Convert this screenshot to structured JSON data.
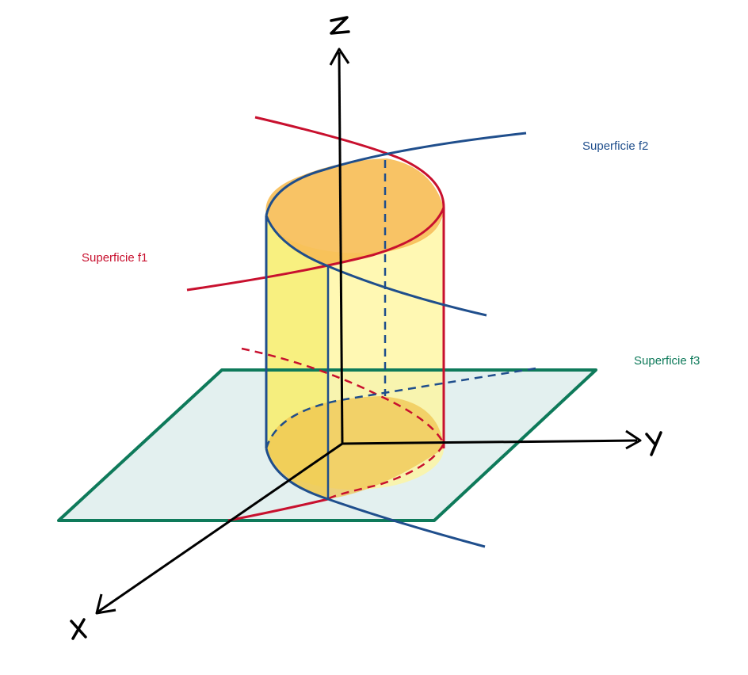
{
  "labels": {
    "f1": "Superficie f1",
    "f2": "Superficie f2",
    "f3": "Superficie f3"
  },
  "axes": {
    "x": "X",
    "y": "Y",
    "z": "Z"
  },
  "colors": {
    "f1": "#c8102e",
    "f2": "#1f4e8c",
    "f3": "#0e7a5a",
    "plane_fill": "#e3f0ef",
    "cylinder_fill": "#fff59a",
    "cap_fill": "#f7b84a",
    "axis": "#000000"
  }
}
